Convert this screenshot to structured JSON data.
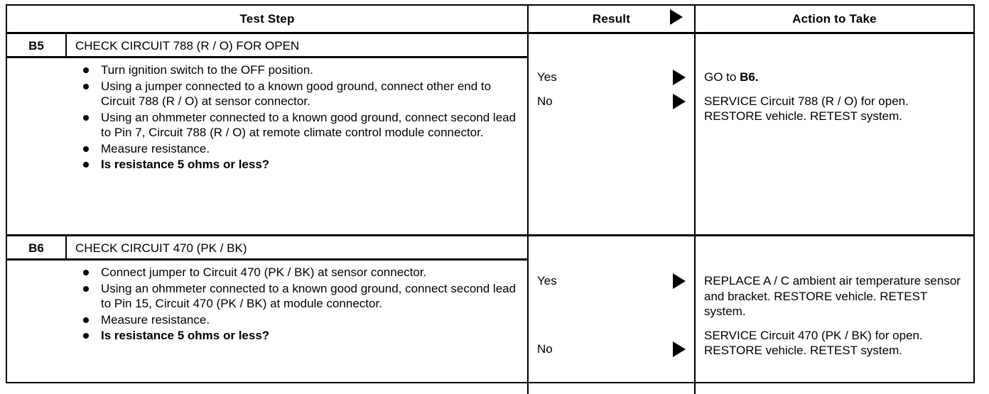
{
  "table": {
    "columns": {
      "id": "",
      "test_step": "Test Step",
      "result": "Result",
      "action": "Action to Take",
      "result_arrow_icon": "triangle-right-icon"
    },
    "steps": [
      {
        "id": "B5",
        "title": "CHECK CIRCUIT 788 (R / O) FOR OPEN",
        "bullets": [
          {
            "text": "Turn ignition switch to the OFF position.",
            "bold": false
          },
          {
            "text": "Using a jumper connected to a known good ground, connect other end to Circuit 788 (R / O) at sensor connector.",
            "bold": false
          },
          {
            "text": "Using an ohmmeter connected to a known good ground, connect second lead to Pin 7, Circuit 788 (R / O) at remote climate control module connector.",
            "bold": false
          },
          {
            "text": "Measure resistance.",
            "bold": false
          },
          {
            "text": "Is resistance 5 ohms or less?",
            "bold": true
          }
        ],
        "outcomes": [
          {
            "result": "Yes",
            "action_prefix": "GO to ",
            "action_bold": "B6.",
            "action_suffix": ""
          },
          {
            "result": "No",
            "action_prefix": "SERVICE Circuit 788 (R / O) for open. RESTORE vehicle. RETEST system.",
            "action_bold": "",
            "action_suffix": ""
          }
        ]
      },
      {
        "id": "B6",
        "title": "CHECK CIRCUIT 470 (PK / BK)",
        "bullets": [
          {
            "text": "Connect jumper to Circuit 470 (PK / BK) at sensor connector.",
            "bold": false
          },
          {
            "text": "Using an ohmmeter connected to a known good ground, connect second lead to Pin 15, Circuit 470 (PK / BK) at module connector.",
            "bold": false
          },
          {
            "text": "Measure resistance.",
            "bold": false
          },
          {
            "text": "Is resistance 5 ohms or less?",
            "bold": true
          }
        ],
        "outcomes": [
          {
            "result": "Yes",
            "action_prefix": "REPLACE A / C ambient air temperature sensor and bracket. RESTORE vehicle. RETEST system.",
            "action_bold": "",
            "action_suffix": ""
          },
          {
            "result": "No",
            "action_prefix": "SERVICE Circuit 470 (PK / BK) for open. RESTORE vehicle. RETEST system.",
            "action_bold": "",
            "action_suffix": ""
          }
        ]
      }
    ]
  },
  "colors": {
    "ink": "#000000",
    "paper": "#ffffff"
  }
}
